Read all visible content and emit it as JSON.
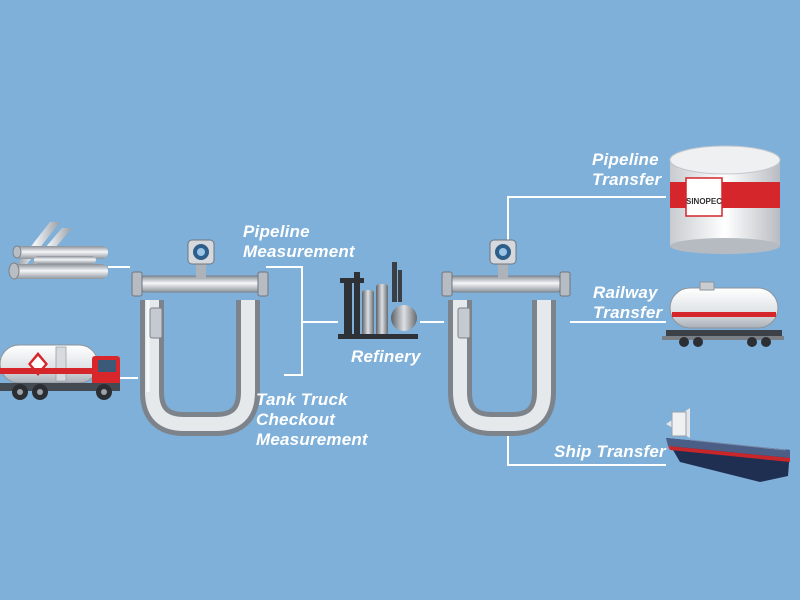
{
  "labels": {
    "pipeline_measurement": [
      "Pipeline",
      "Measurement"
    ],
    "tank_truck_checkout": [
      "Tank Truck",
      "Checkout",
      "Measurement"
    ],
    "refinery": "Refinery",
    "pipeline_transfer": [
      "Pipeline",
      "Transfer"
    ],
    "railway_transfer": [
      "Railway",
      "Transfer"
    ],
    "ship_transfer": "Ship Transfer"
  },
  "logos": {
    "tank_brand": "SINOPEC"
  },
  "icons": {
    "pipes": "pipes-icon",
    "tank_truck": "tank-truck-icon",
    "flow_meter": "coriolis-flow-meter-icon",
    "refinery": "refinery-icon",
    "storage_tank": "storage-tank-icon",
    "rail_tank_car": "rail-tank-car-icon",
    "tanker_ship": "tanker-ship-icon"
  },
  "colors": {
    "background": "#7fb0d9",
    "connector": "#ffffff",
    "text": "#ffffff",
    "brand_red": "#d4262b"
  }
}
